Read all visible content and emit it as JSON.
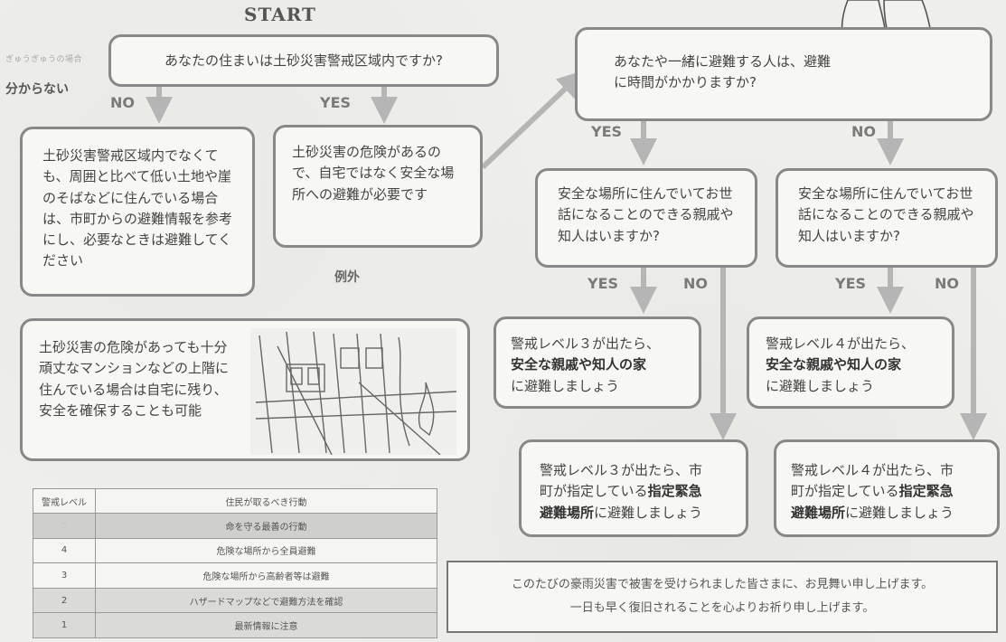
{
  "start_label": "START",
  "side_label_top": "ぎゅうぎゅうの場合",
  "unknown_label": "分からない",
  "q1": "あなたの住まいは土砂災害警戒区域内ですか?",
  "no_label": "NO",
  "yes_label": "YES",
  "outside_zone_text": "土砂災害警戒区域内でなくても、周囲と比べて低い土地や崖のそばなどに住んでいる場合は、市町からの避難情報を参考にし、必要なときは避難してください",
  "danger_text": "土砂災害の危険があるので、自宅ではなく安全な場所への避難が必要です",
  "exception_label": "例外",
  "exception_text": "土砂災害の危険があっても十分頑丈なマンションなどの上階に住んでいる場合は自宅に残り、安全を確保することも可能",
  "q2": "あなたや一緒に避難する人は、避難に時間がかかりますか?",
  "q3": "安全な場所に住んでいてお世話になることのできる親戚や知人はいますか?",
  "result_l3_relatives": {
    "line1": "警戒レベル３が出たら、",
    "line2": "安全な親戚や知人の家",
    "line3": "に避難しましょう"
  },
  "result_l4_relatives": {
    "line1": "警戒レベル４が出たら、",
    "line2": "安全な親戚や知人の家",
    "line3": "に避難しましょう"
  },
  "result_l3_shelter": {
    "line1": "警戒レベル３が出たら、市",
    "line2a": "町が指定している",
    "line2b": "指定緊急",
    "line3a": "避難場所",
    "line3b": "に避難しましょう"
  },
  "result_l4_shelter": {
    "line1": "警戒レベル４が出たら、市",
    "line2a": "町が指定している",
    "line2b": "指定緊急",
    "line3a": "避難場所",
    "line3b": "に避難しましょう"
  },
  "level_table": {
    "headers": [
      "警戒レベル",
      "住民が取るべき行動"
    ],
    "rows": [
      {
        "level": "5",
        "action": "命を守る最善の行動"
      },
      {
        "level": "4",
        "action": "危険な場所から全員避難"
      },
      {
        "level": "3",
        "action": "危険な場所から高齢者等は避難"
      },
      {
        "level": "2",
        "action": "ハザードマップなどで避難方法を確認"
      },
      {
        "level": "1",
        "action": "最新情報に注意"
      }
    ]
  },
  "notice": {
    "line1": "このたびの豪雨災害で被害を受けられました皆さまに、お見舞い申し上げます。",
    "line2": "一日も早く復旧されることを心よりお祈り申し上げます。"
  },
  "colors": {
    "border": "#888888",
    "arrow": "#b5b5b5",
    "box_bg": "#f7f7f4",
    "paper": "#eeeeea"
  }
}
